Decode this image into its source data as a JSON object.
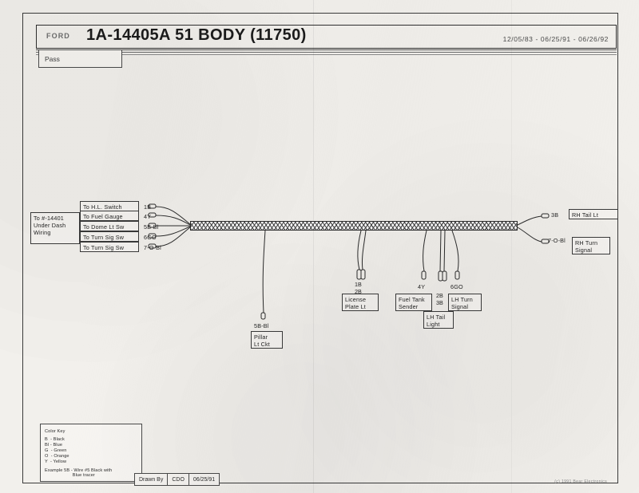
{
  "document": {
    "brand": "FORD",
    "title": "1A-14405A   51 BODY   (11750)",
    "dates": "12/05/83 - 06/25/91 - 06/26/92",
    "section_tab": "Pass"
  },
  "left_connector": {
    "destination": "To #-14401\nUnder Dash\nWiring",
    "circuits": [
      {
        "label": "To H.L. Switch",
        "code": "1B"
      },
      {
        "label": "To Fuel Gauge",
        "code": "4Y"
      },
      {
        "label": "To Dome Lt Sw",
        "code": "5B-Bl"
      },
      {
        "label": "To Turn Sig Sw",
        "code": "6GO"
      },
      {
        "label": "To Turn Sig Sw",
        "code": "7-O-Bl"
      }
    ]
  },
  "right_branches": [
    {
      "code": "3B",
      "label": "RH Tail Lt"
    },
    {
      "code": "7-O-Bl",
      "label": "RH Turn\nSignal"
    }
  ],
  "drops": {
    "pillar": {
      "code": "5B-Bl",
      "label": "Pillar\nLt Ckt"
    },
    "license": {
      "code": "1B\n2B",
      "label": "License\nPlate Lt"
    },
    "fuel": {
      "code": "4Y",
      "label": "Fuel Tank\nSender"
    },
    "tail": {
      "code": "2B\n3B",
      "label": "LH Tail\nLight"
    },
    "turn": {
      "code": "6GO",
      "label": "LH Turn\nSignal"
    }
  },
  "legend": {
    "title": "Color Key",
    "entries": [
      "B  - Black",
      "Bl - Blue",
      "G  - Green",
      "O  - Orange",
      "Y  - Yellow"
    ],
    "example": "Example 5B - Wire #5 Black with\n                     Blue tracer"
  },
  "footer": {
    "drawn_by_label": "Drawn By",
    "drawn_by_value": "CDO",
    "drawn_date": "06/25/91",
    "copyright": "(c) 1991 Bear Electronics"
  }
}
